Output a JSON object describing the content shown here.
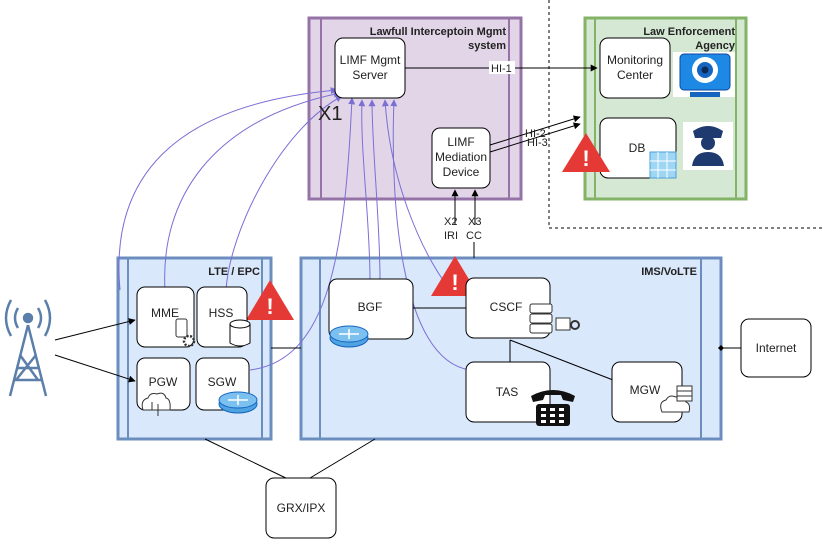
{
  "diagram": {
    "limf_system": {
      "title_line1": "Lawfull Interceptoin Mgmt",
      "title_line2": "system"
    },
    "law_enforcement": {
      "title_line1": "Law Enforcement",
      "title_line2": "Agency"
    },
    "lte_epc": {
      "title": "LTE / EPC"
    },
    "ims_volte": {
      "title": "IMS/VoLTE"
    },
    "nodes": {
      "limf_mgmt_server": [
        "LIMF Mgmt",
        "Server"
      ],
      "limf_mediation": [
        "LIMF",
        "Mediation",
        "Device"
      ],
      "monitoring_center": [
        "Monitoring",
        "Center"
      ],
      "db": "DB",
      "mme": "MME",
      "hss": "HSS",
      "pgw": "PGW",
      "sgw": "SGW",
      "bgf": "BGF",
      "cscf": "CSCF",
      "tas": "TAS",
      "mgw": "MGW",
      "internet": "Internet",
      "grx_ipx": "GRX/IPX"
    },
    "labels": {
      "x1": "X1",
      "hi1": "HI-1",
      "hi2": "HI-2",
      "hi3": "HI-3",
      "x2": "X2",
      "iri": "IRI",
      "x3": "X3",
      "cc": "CC"
    },
    "warning_symbol": "!",
    "colors": {
      "limf_fill": "#e1d5e7",
      "limf_stroke": "#9673a6",
      "lea_fill": "#d5e8d4",
      "lea_stroke": "#82b366",
      "net_fill": "#dae8fc",
      "net_stroke": "#6c8ebf",
      "link_purple": "#7b6fd6",
      "warning_red": "#e53935"
    }
  }
}
